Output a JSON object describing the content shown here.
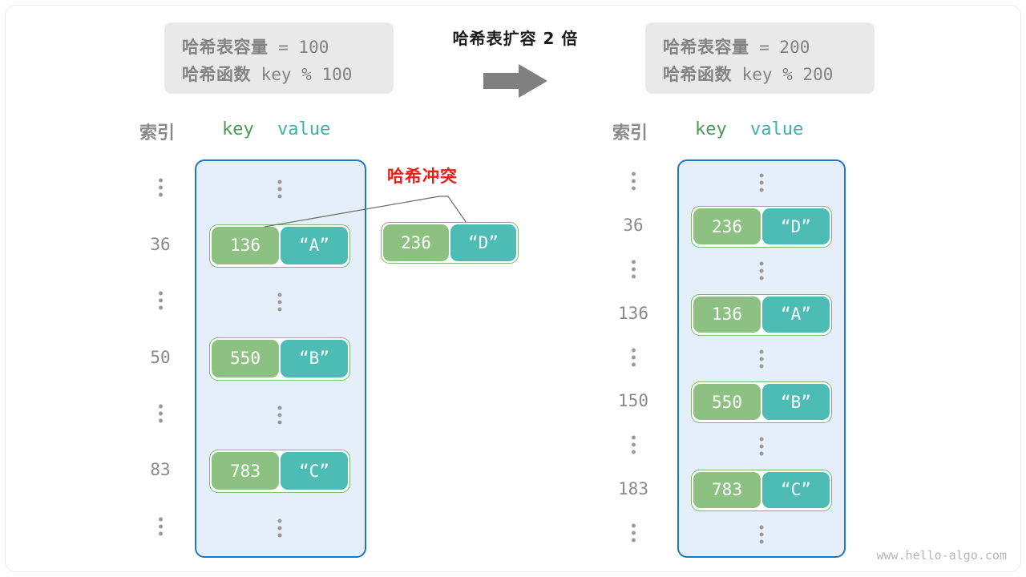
{
  "diagram": {
    "title_caption": "哈希表扩容 2 倍",
    "watermark": "www.hello-algo.com",
    "arrow_icon": "right-arrow-icon",
    "collision_label": "哈希冲突",
    "colors": {
      "bucket_border": "#1f77c4",
      "bucket_fill": "#e4eff9",
      "key_cell": "#8cc182",
      "value_cell": "#4cbcb4",
      "pair_border": "#7cb86e",
      "collision_red": "#e8201a",
      "info_box_bg": "#e9e9e9",
      "muted_text": "#8a8a8a",
      "key_header": "#4a9a55",
      "value_header": "#3bb2a8",
      "arrow_gray": "#808080"
    }
  },
  "before": {
    "info": {
      "capacity_label": "哈希表容量",
      "capacity_expr": " = 100",
      "function_label": "哈希函数",
      "function_expr": " key % 100"
    },
    "headers": {
      "index": "索引",
      "key": "key",
      "value": "value"
    },
    "rows": [
      {
        "type": "dots",
        "index": "⋮"
      },
      {
        "type": "entry",
        "index": "36",
        "key": "136",
        "value": "“A”"
      },
      {
        "type": "dots",
        "index": "⋮"
      },
      {
        "type": "entry",
        "index": "50",
        "key": "550",
        "value": "“B”"
      },
      {
        "type": "dots",
        "index": "⋮"
      },
      {
        "type": "entry",
        "index": "83",
        "key": "783",
        "value": "“C”"
      },
      {
        "type": "dots",
        "index": "⋮"
      }
    ],
    "colliding_entry": {
      "key": "236",
      "value": "“D”"
    }
  },
  "after": {
    "info": {
      "capacity_label": "哈希表容量",
      "capacity_expr": " = 200",
      "function_label": "哈希函数",
      "function_expr": " key % 200"
    },
    "headers": {
      "index": "索引",
      "key": "key",
      "value": "value"
    },
    "rows": [
      {
        "type": "dots",
        "index": "⋮"
      },
      {
        "type": "entry",
        "index": "36",
        "key": "236",
        "value": "“D”"
      },
      {
        "type": "dots",
        "index": "⋮"
      },
      {
        "type": "entry",
        "index": "136",
        "key": "136",
        "value": "“A”"
      },
      {
        "type": "dots",
        "index": "⋮"
      },
      {
        "type": "entry",
        "index": "150",
        "key": "550",
        "value": "“B”"
      },
      {
        "type": "dots",
        "index": "⋮"
      },
      {
        "type": "entry",
        "index": "183",
        "key": "783",
        "value": "“C”"
      },
      {
        "type": "dots",
        "index": "⋮"
      }
    ]
  }
}
